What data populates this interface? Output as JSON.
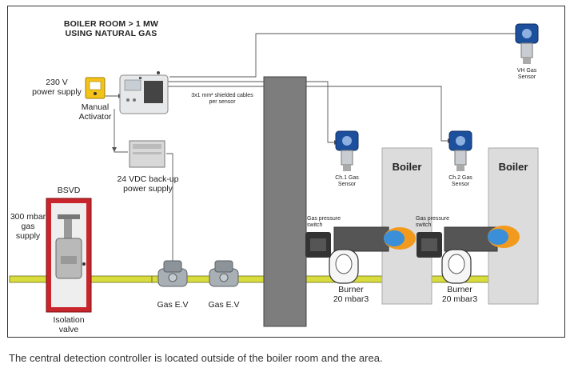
{
  "title": "BOILER ROOM > 1 MW\nUSING NATURAL GAS",
  "labels": {
    "power_supply": "230 V\npower supply",
    "manual_activator": "Manual\nActivator",
    "cables": "3x1 mm² shielded cables\nper sensor",
    "backup_power": "24 VDC back-up\npower supply",
    "bsvd": "BSVD",
    "gas_supply": "300 mbar\ngas\nsupply",
    "isolation_valve": "Isolation\nvalve",
    "gas_ev_1": "Gas E.V",
    "gas_ev_2": "Gas E.V",
    "vh_sensor": "VH Gas\nSensor",
    "ch1_sensor": "Ch.1 Gas\nSensor",
    "ch2_sensor": "Ch.2 Gas\nSensor",
    "pressure_switch_1": "Gas pressure\nswitch",
    "pressure_switch_2": "Gas pressure\nswitch",
    "boiler_1": "Boiler",
    "boiler_2": "Boiler",
    "burner_1": "Burner\n20 mbar3",
    "burner_2": "Burner\n20 mbar3"
  },
  "caption": "The central detection controller is located outside of the boiler room and the area.",
  "colors": {
    "pipe": "#d8dc3c",
    "wall": "#7d7d7d",
    "boiler": "#dcdcdc",
    "bsvd_frame": "#c8262c",
    "sensor_blue": "#1c4f9c",
    "flame_blue": "#3a8fd8",
    "flame_orange": "#f29a1e"
  }
}
